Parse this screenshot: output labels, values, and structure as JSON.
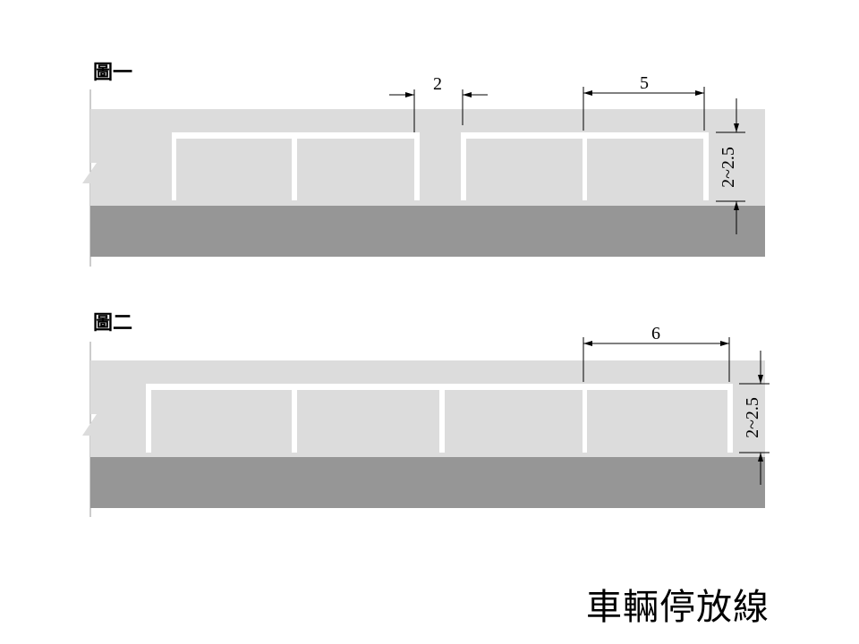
{
  "figures": [
    {
      "label": "圖一",
      "dims": {
        "gap": "2",
        "stall_length": "5",
        "stall_width": "2~2.5"
      }
    },
    {
      "label": "圖二",
      "dims": {
        "stall_length": "6",
        "stall_width": "2~2.5"
      }
    }
  ],
  "caption": "車輛停放線",
  "colors": {
    "sidewalk": "#dcdcdc",
    "road": "#969696",
    "marking": "#ffffff"
  }
}
